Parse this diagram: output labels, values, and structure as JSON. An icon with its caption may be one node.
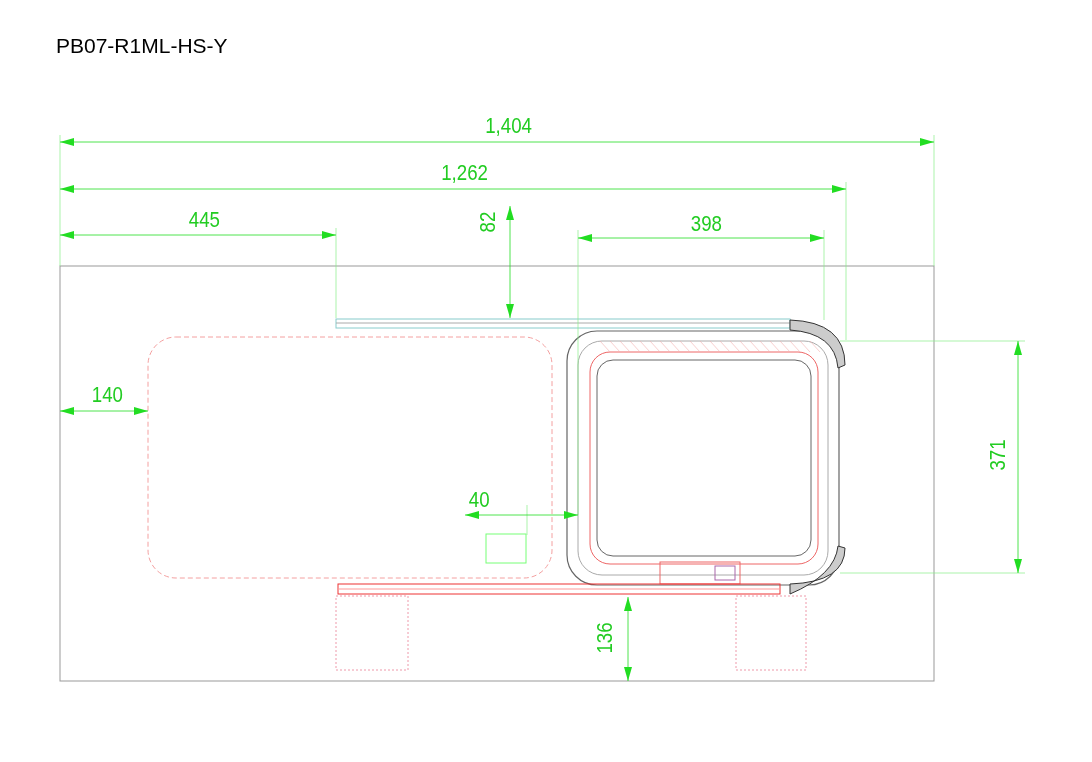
{
  "diagram": {
    "title": "PB07-R1ML-HS-Y",
    "labels": [
      "1,404",
      "1,262",
      "445",
      "82",
      "398",
      "140",
      "40",
      "371",
      "136"
    ]
  }
}
